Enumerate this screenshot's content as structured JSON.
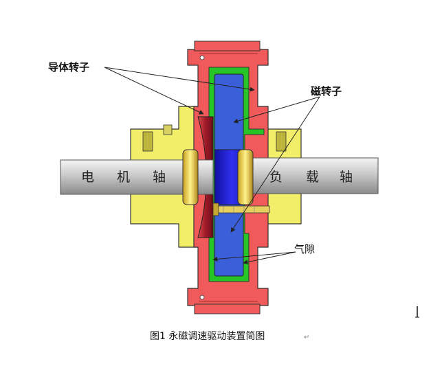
{
  "labels": {
    "conductor_rotor": "导体转子",
    "magnetic_rotor": "磁转子",
    "motor_shaft": [
      "电",
      "机",
      "轴"
    ],
    "load_shaft": [
      "负",
      "载",
      "轴"
    ],
    "air_gap": "气隙"
  },
  "caption": "图1 永磁调速驱动装置简图",
  "caption_mark": "↵",
  "colors": {
    "shaft": "#c8c8c8",
    "hub": "#f2ee6a",
    "conductor": "#f05a5a",
    "copper_disc": "#a11d2a",
    "magnet_disc": "#1c1ccc",
    "magnet_ring": "#3b5fd8",
    "gap_green": "#27c427"
  }
}
